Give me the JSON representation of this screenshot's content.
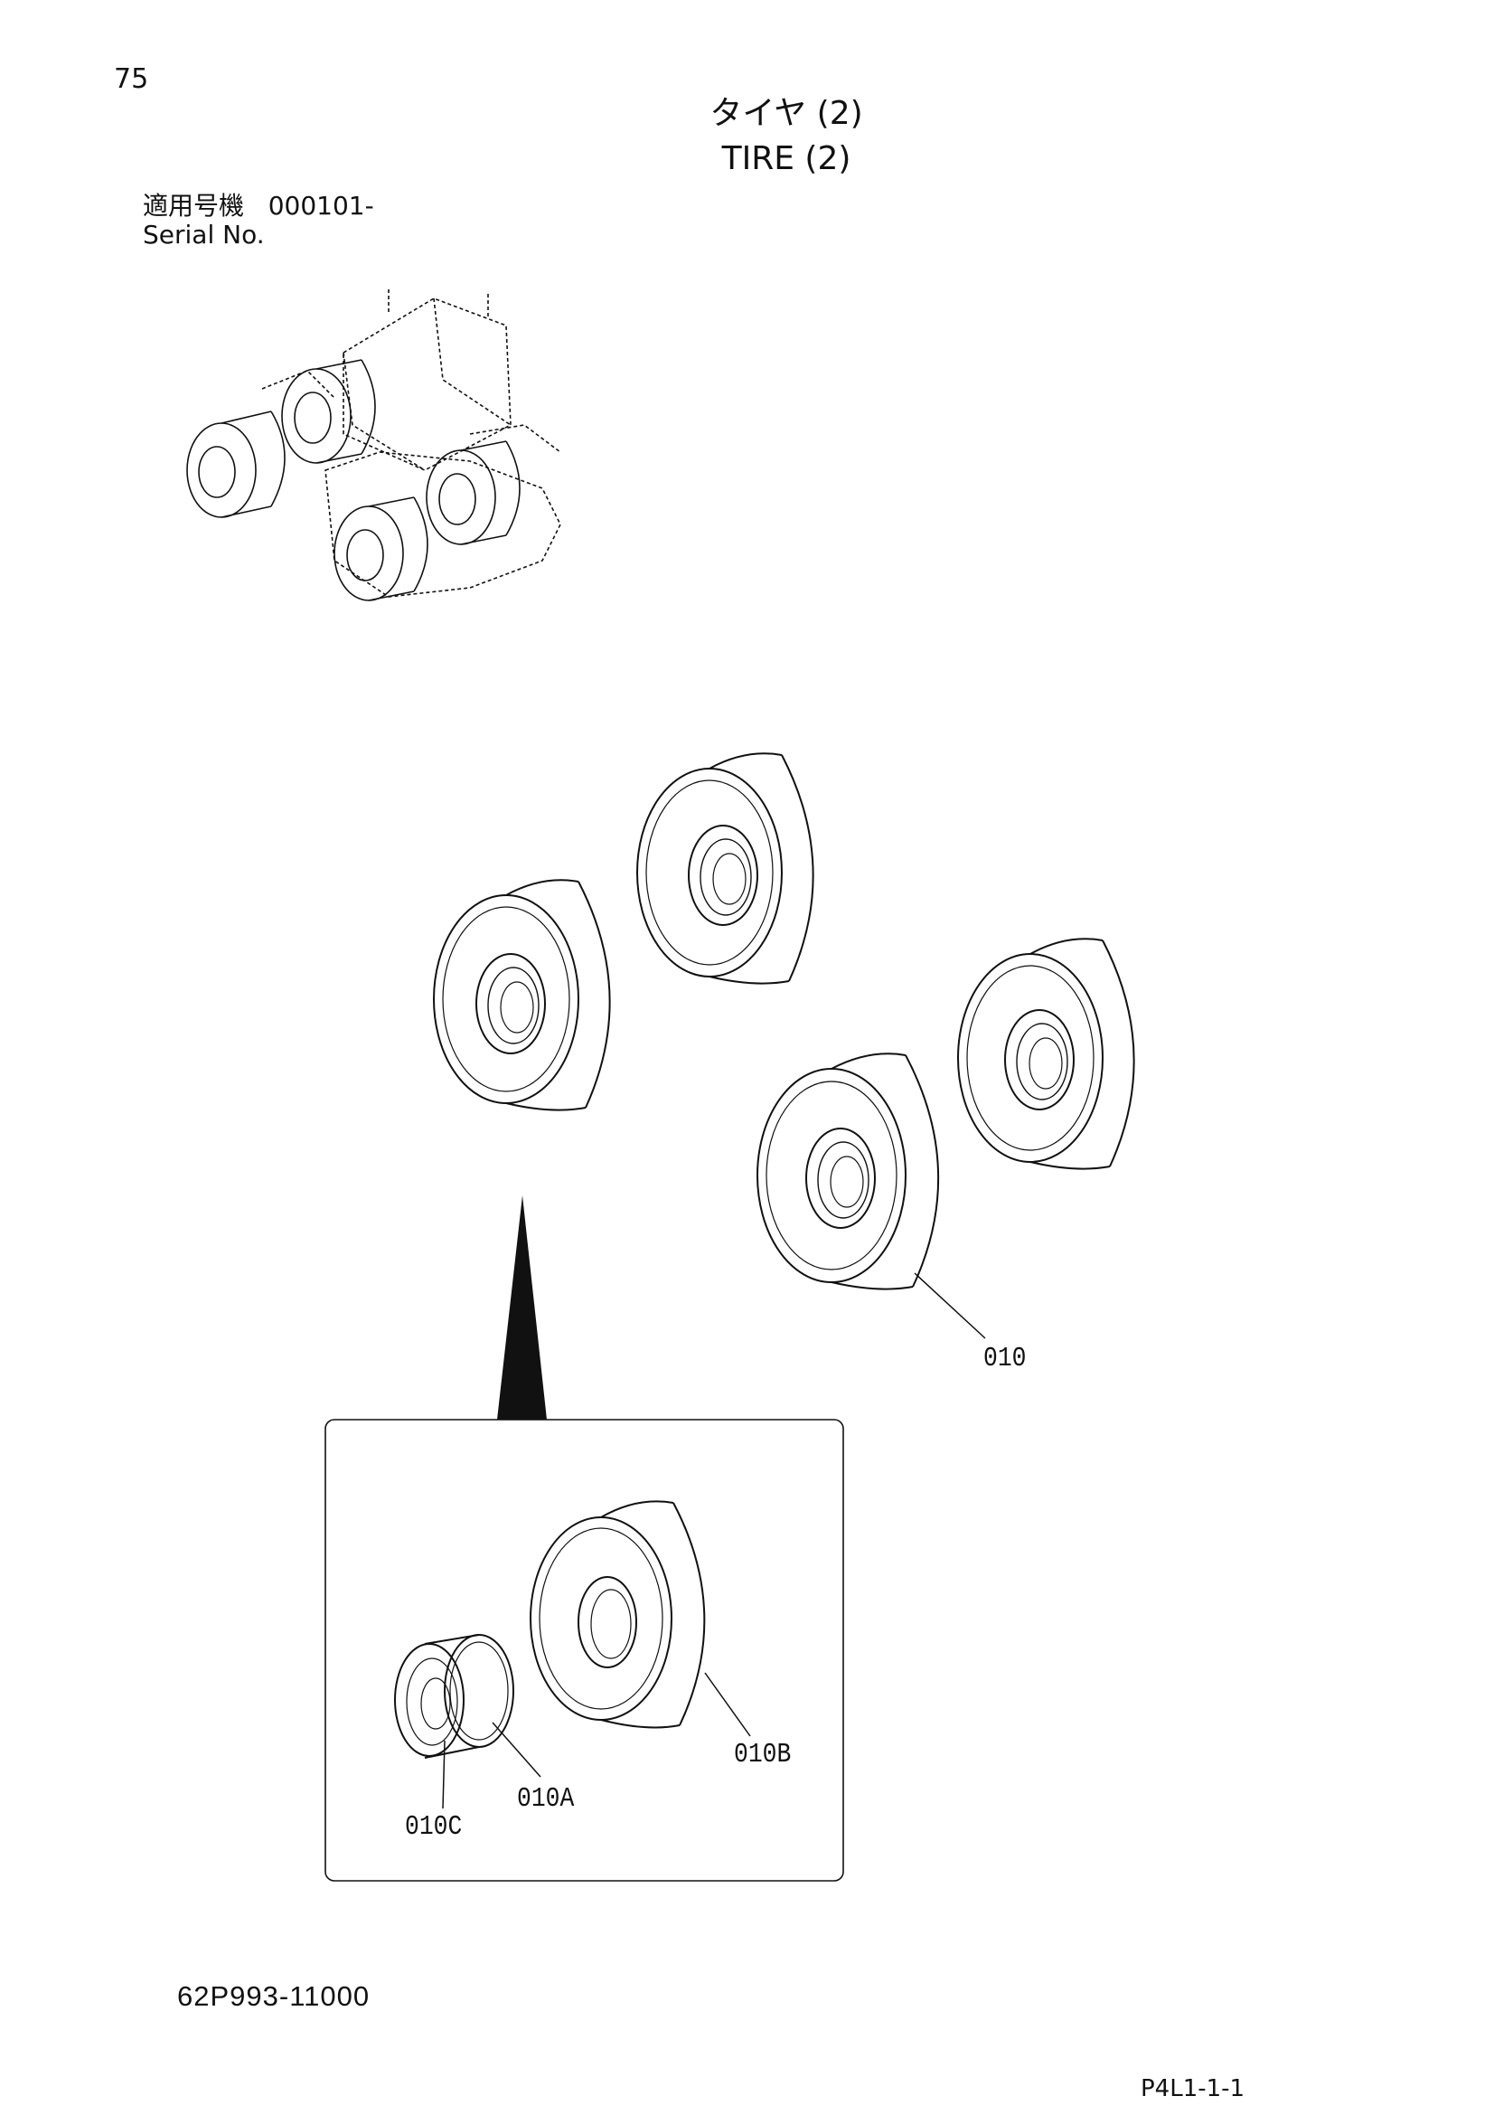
{
  "header": {
    "page_number": "75",
    "title_jp": "タイヤ (2)",
    "title_en": "TIRE (2)",
    "serial_label_jp": "適用号機",
    "serial_value": "000101-",
    "serial_label_en": "Serial No."
  },
  "callouts": {
    "tire_assembly": "010",
    "tire": "010B",
    "rim": "010A",
    "valve": "010C"
  },
  "footer": {
    "part_number": "62P993-11000",
    "page_code": "P4L1-1-1"
  }
}
